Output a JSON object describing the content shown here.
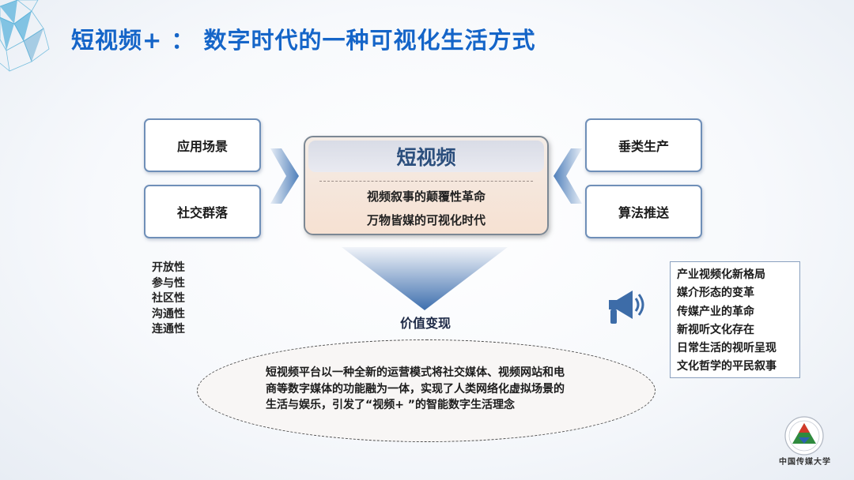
{
  "slide": {
    "title": "短视频+ ：  数字时代的一种可视化生活方式"
  },
  "left_boxes": [
    {
      "label": "应用场景"
    },
    {
      "label": "社交群落"
    }
  ],
  "right_boxes": [
    {
      "label": "垂类生产"
    },
    {
      "label": "算法推送"
    }
  ],
  "center_card": {
    "title": "短视频",
    "lines": [
      "视频叙事的颠覆性革命",
      "万物皆媒的可视化时代"
    ]
  },
  "value_label": "价值变现",
  "traits": [
    "开放性",
    "参与性",
    "社区性",
    "沟通性",
    "连通性"
  ],
  "right_list": [
    "产业视频化新格局",
    "媒介形态的变革",
    "传媒产业的革命",
    "新视听文化存在",
    "日常生活的视听呈现",
    "文化哲学的平民叙事"
  ],
  "summary": {
    "lines": [
      "短视频平台以一种全新的运营模式将社交媒体、视频网站和电",
      "商等数字媒体的功能融为一体，实现了人类网络化虚拟场景的",
      "生活与娱乐，引发了“视频+ ”的智能数字生活理念"
    ]
  },
  "logo": {
    "text": "中国传媒大学"
  },
  "colors": {
    "title": "#1565c8",
    "box_border": "#6f8fb8",
    "center_fill": "#f6e1d2",
    "arrow": "#3e6fae"
  },
  "icons": {
    "megaphone": "megaphone-icon",
    "arrows": "chevron-right-icon / chevron-left-icon / arrow-down-icon"
  }
}
